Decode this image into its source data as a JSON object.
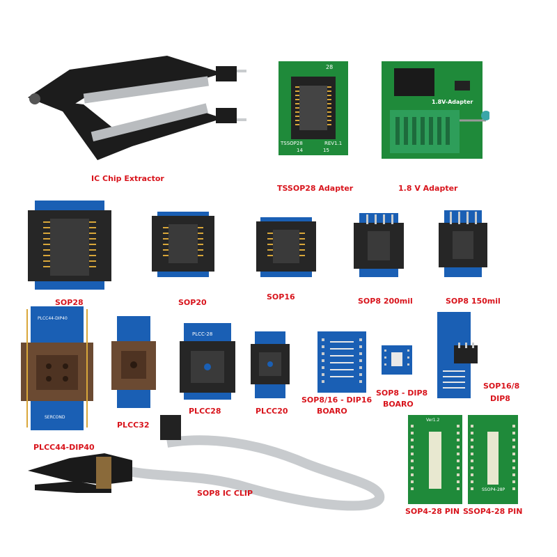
{
  "labels": {
    "ic_chip_extractor": "IC Chip Extractor",
    "tssop28_adapter": "TSSOP28 Adapter",
    "adapter_18v": "1.8 V Adapter",
    "sop28": "SOP28",
    "sop20": "SOP20",
    "sop16": "SOP16",
    "sop8_200mil": "SOP8 200mil",
    "sop8_150mil": "SOP8 150mil",
    "plcc44_dip40": "PLCC44-DIP40",
    "plcc32": "PLCC32",
    "plcc28": "PLCC28",
    "plcc20": "PLCC20",
    "sop8_16_dip16_line1": "SOP8/16 - DIP16",
    "sop8_16_dip16_line2": "BOARO",
    "sop8_dip8_line1": "SOP8 - DIP8",
    "sop8_dip8_line2": "BOARO",
    "sop16_8_dip8_line1": "SOP16/8",
    "sop16_8_dip8_line2": "DIP8",
    "sop8_ic_clip": "SOP8 IC CLIP",
    "sop4_28_pin": "SOP4-28 PIN",
    "ssop4_28_pin": "SSOP4-28 PIN"
  },
  "board_text": {
    "tssop28_top": "28",
    "tssop28_name": "TSSOP28",
    "tssop28_rev": "REV1.1",
    "tssop28_pin14": "14",
    "tssop28_pin15": "15",
    "adapter_18v_name": "1.8V-Adapter",
    "plcc44_name": "PLCC44-DIP40",
    "plcc44_footer": "SERCOND",
    "plcc28_name": "PLCC-28",
    "sop4_28_ver": "Ver1.2",
    "ssop4_28_name": "SSOP4-28P"
  },
  "colors": {
    "label_red": "#d8141c",
    "pcb_blue": "#1a5fb4",
    "pcb_green": "#1f8a3a",
    "socket_black": "#2a2a2a",
    "plcc_brown": "#6b4a32",
    "zif_green": "#2e9e5a"
  }
}
